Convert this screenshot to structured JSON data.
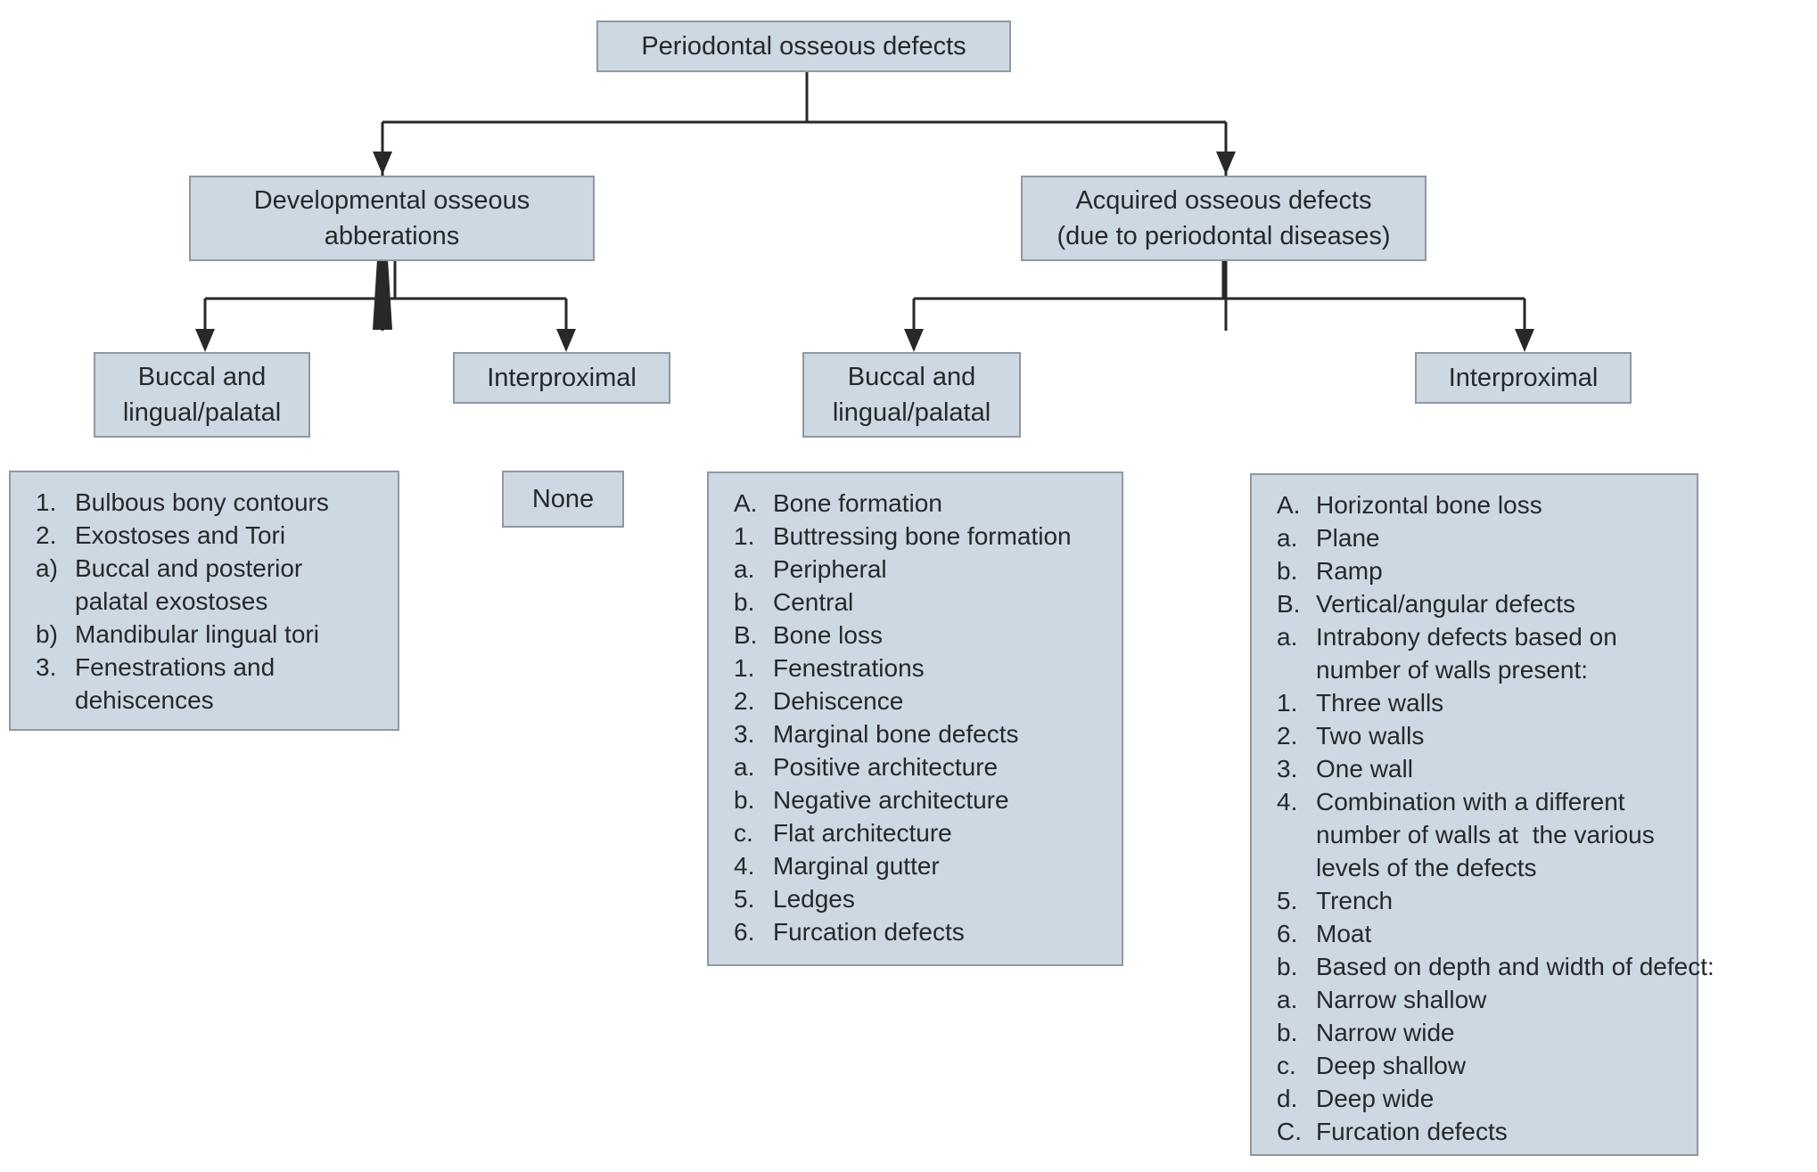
{
  "colors": {
    "background": "#ffffff",
    "box_fill": "#cdd8e3",
    "box_border": "#8f99a2",
    "text": "#26282a",
    "line": "#26282a"
  },
  "nodes": {
    "root": {
      "label": "Periodontal osseous defects"
    },
    "developmental": {
      "line1": "Developmental osseous",
      "line2": "abberations"
    },
    "acquired": {
      "line1": "Acquired osseous defects",
      "line2": "(due to periodontal diseases)"
    },
    "dev_buccal": {
      "line1": "Buccal and",
      "line2": "lingual/palatal"
    },
    "dev_interproximal": {
      "label": "Interproximal"
    },
    "acq_buccal": {
      "line1": "Buccal and",
      "line2": "lingual/palatal"
    },
    "acq_interproximal": {
      "label": "Interproximal"
    },
    "none": {
      "label": "None"
    }
  },
  "lists": {
    "dev_buccal": [
      {
        "m": "1.",
        "t": "Bulbous bony contours"
      },
      {
        "m": "2.",
        "t": "Exostoses and Tori"
      },
      {
        "m": "a)",
        "t": "Buccal and posterior"
      },
      {
        "m": "",
        "t": "palatal exostoses"
      },
      {
        "m": "b)",
        "t": "Mandibular lingual tori"
      },
      {
        "m": "3.",
        "t": "Fenestrations and"
      },
      {
        "m": "",
        "t": "dehiscences"
      }
    ],
    "acq_buccal": [
      {
        "m": "A.",
        "t": "Bone formation"
      },
      {
        "m": "1.",
        "t": "Buttressing bone formation"
      },
      {
        "m": "a.",
        "t": "Peripheral"
      },
      {
        "m": "b.",
        "t": "Central"
      },
      {
        "m": "B.",
        "t": "Bone loss"
      },
      {
        "m": "1.",
        "t": "Fenestrations"
      },
      {
        "m": "2.",
        "t": "Dehiscence"
      },
      {
        "m": "3.",
        "t": "Marginal bone defects"
      },
      {
        "m": "a.",
        "t": "Positive architecture"
      },
      {
        "m": "b.",
        "t": "Negative architecture"
      },
      {
        "m": "c.",
        "t": "Flat architecture"
      },
      {
        "m": "4.",
        "t": "Marginal gutter"
      },
      {
        "m": "5.",
        "t": "Ledges"
      },
      {
        "m": "6.",
        "t": "Furcation defects"
      }
    ],
    "acq_interproximal": [
      {
        "m": "A.",
        "t": "Horizontal bone loss"
      },
      {
        "m": "a.",
        "t": "Plane"
      },
      {
        "m": "b.",
        "t": "Ramp"
      },
      {
        "m": "B.",
        "t": "Vertical/angular defects"
      },
      {
        "m": "a.",
        "t": "Intrabony defects based on"
      },
      {
        "m": "",
        "t": "number of walls present:"
      },
      {
        "m": "1.",
        "t": "Three walls"
      },
      {
        "m": "2.",
        "t": "Two walls"
      },
      {
        "m": "3.",
        "t": "One wall"
      },
      {
        "m": "4.",
        "t": "Combination with a different"
      },
      {
        "m": "",
        "t": "number of walls at  the various"
      },
      {
        "m": "",
        "t": "levels of the defects"
      },
      {
        "m": "5.",
        "t": "Trench"
      },
      {
        "m": "6.",
        "t": "Moat"
      },
      {
        "m": "b.",
        "t": "Based on depth and width of defect:"
      },
      {
        "m": "a.",
        "t": "Narrow shallow"
      },
      {
        "m": "b.",
        "t": "Narrow wide"
      },
      {
        "m": "c.",
        "t": "Deep shallow"
      },
      {
        "m": "d.",
        "t": "Deep wide"
      },
      {
        "m": "C.",
        "t": "Furcation defects"
      }
    ]
  }
}
